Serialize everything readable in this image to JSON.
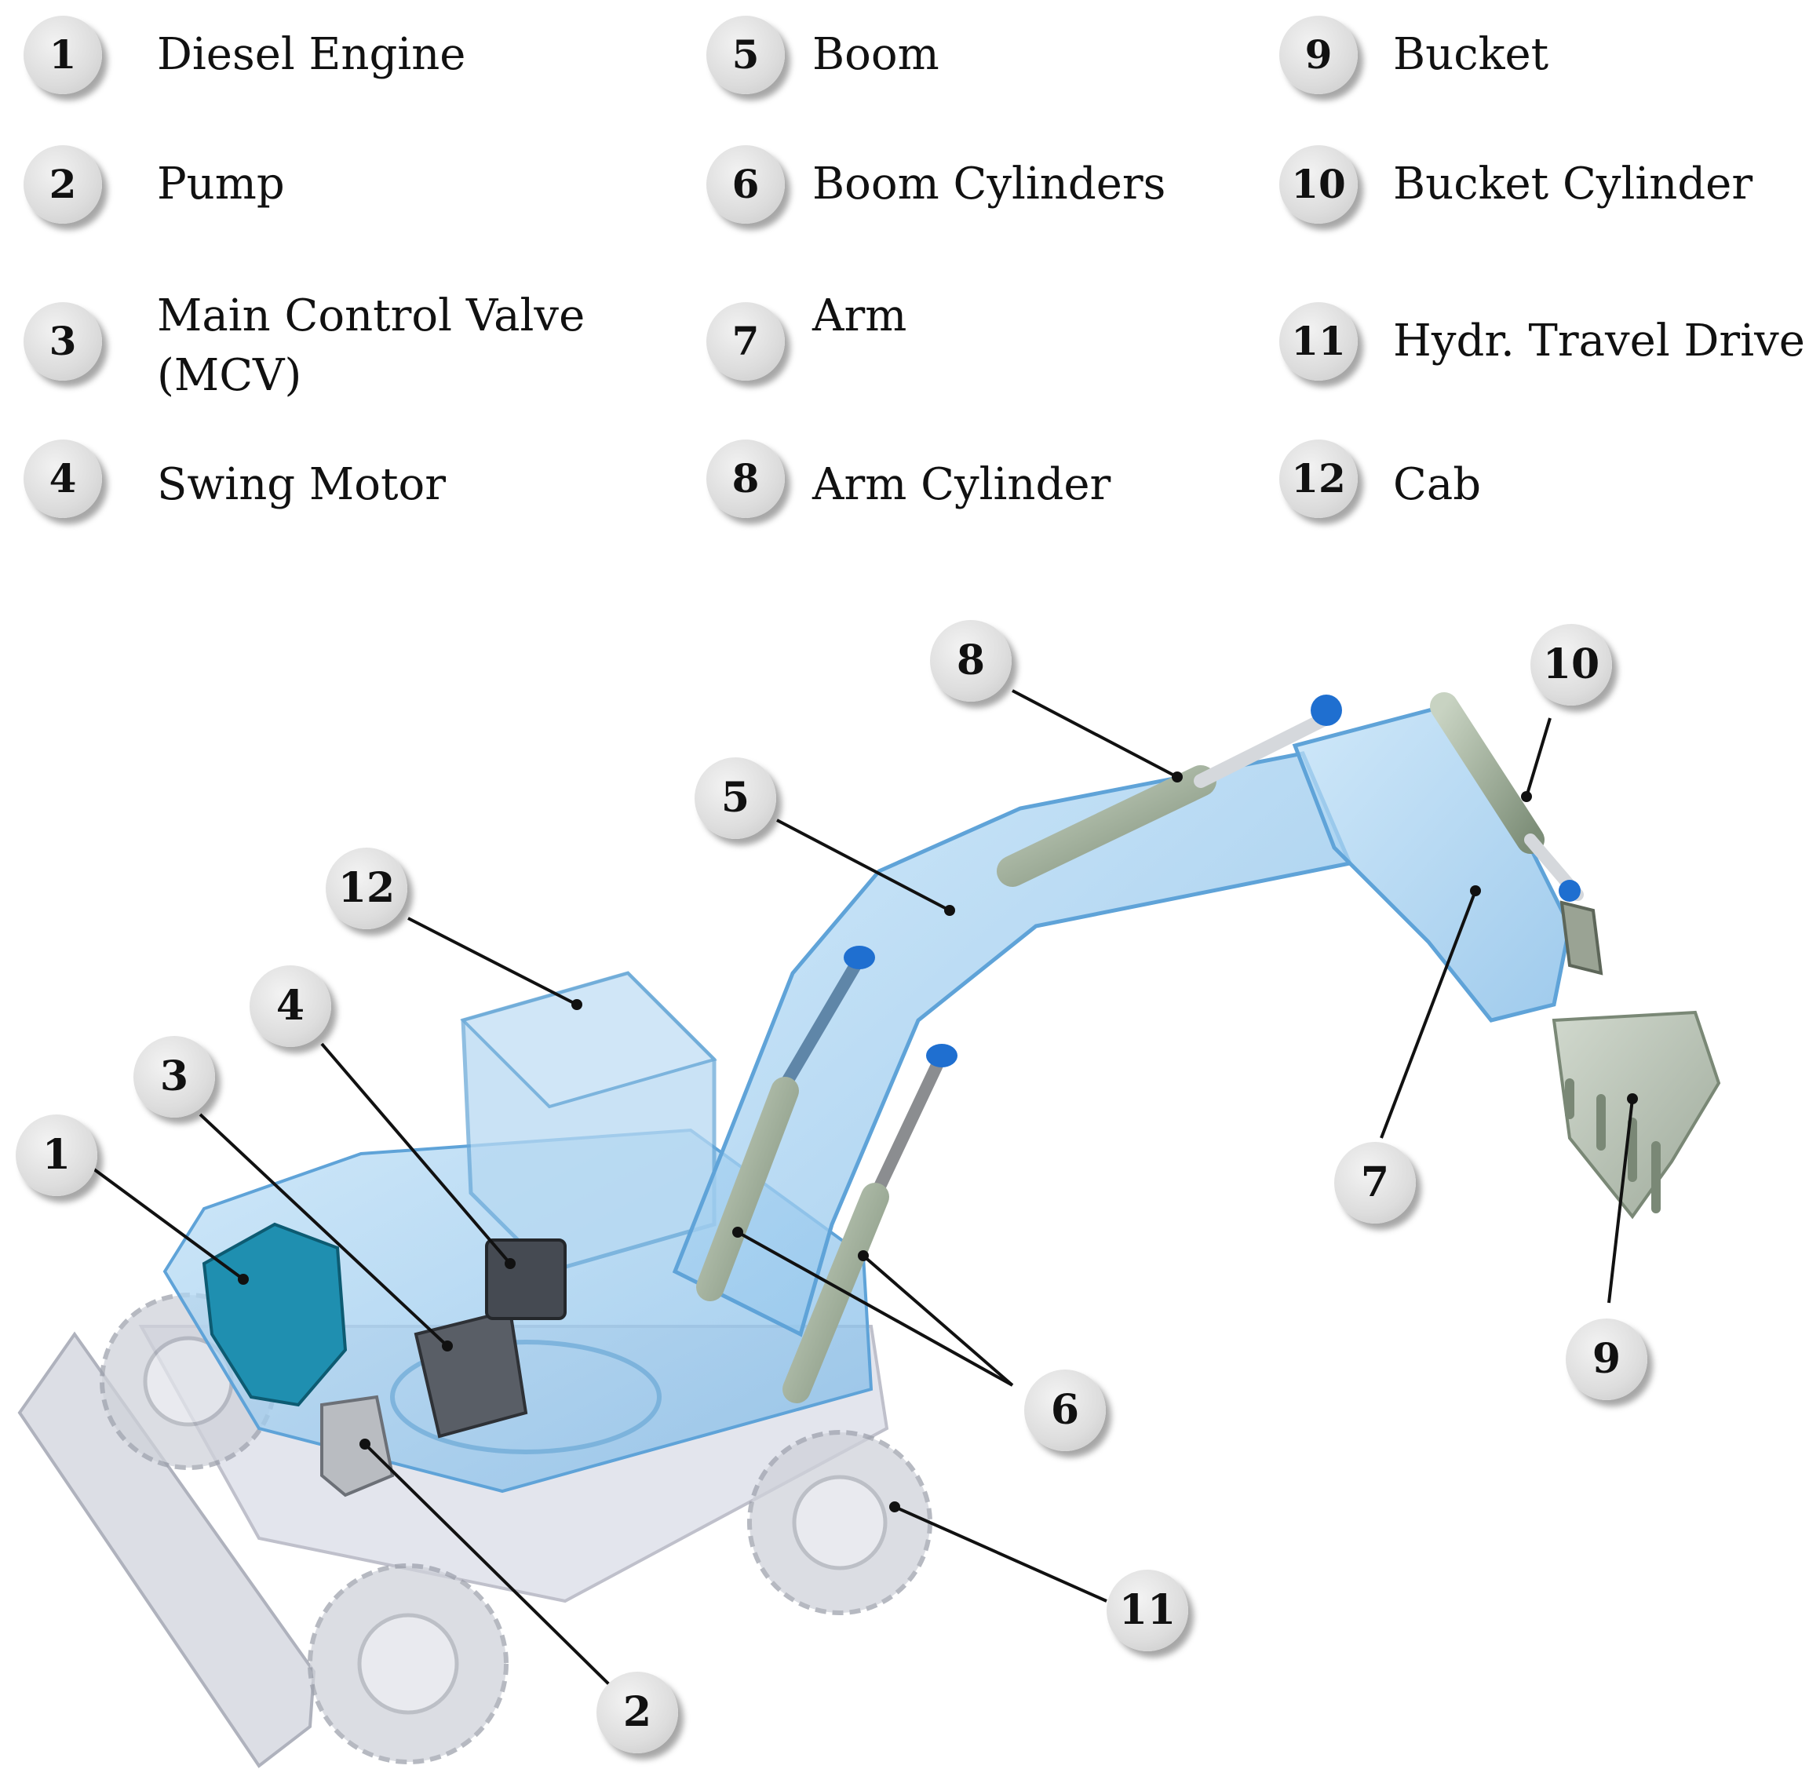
{
  "legend": [
    {
      "number": "1",
      "label": "Diesel Engine"
    },
    {
      "number": "2",
      "label": "Pump"
    },
    {
      "number": "3",
      "label": "Main Control Valve (MCV)"
    },
    {
      "number": "4",
      "label": "Swing Motor"
    },
    {
      "number": "5",
      "label": "Boom"
    },
    {
      "number": "6",
      "label": "Boom Cylinders"
    },
    {
      "number": "7",
      "label": "Arm"
    },
    {
      "number": "8",
      "label": "Arm Cylinder"
    },
    {
      "number": "9",
      "label": "Bucket"
    },
    {
      "number": "10",
      "label": "Bucket Cylinder"
    },
    {
      "number": "11",
      "label": "Hydr. Travel Drive"
    },
    {
      "number": "12",
      "label": "Cab"
    }
  ],
  "callouts": [
    "1",
    "2",
    "3",
    "4",
    "5",
    "6",
    "7",
    "8",
    "9",
    "10",
    "11",
    "12"
  ],
  "colors": {
    "body_blue": "#9ccbef",
    "arm_blue": "#8cc3ec",
    "engine_teal": "#1f8fb0",
    "cylinder_green": "#9fae98",
    "bucket_grey": "#aab6a6",
    "wheel_grey": "#c9ccd3",
    "pin_blue": "#1f6fd0"
  }
}
